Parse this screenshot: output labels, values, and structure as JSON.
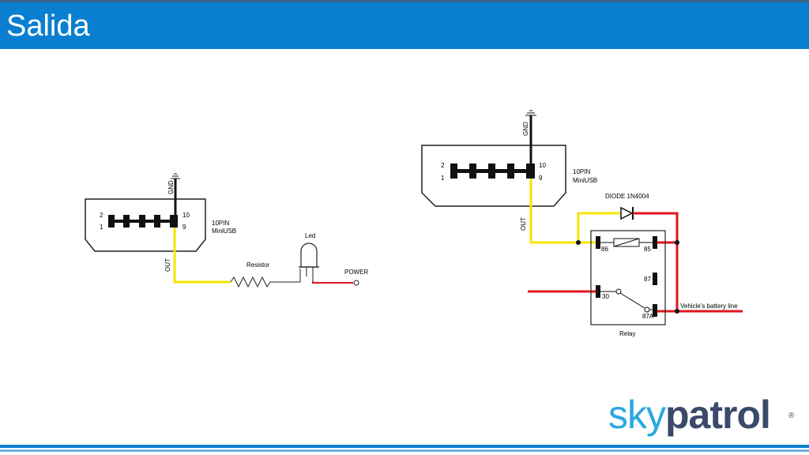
{
  "title": "Salida",
  "logo": {
    "sky": "sky",
    "patrol": "patrol",
    "reg": "®"
  },
  "colors": {
    "title_bar": "#0a7fd1",
    "signal_wire": "#f5e400",
    "power_wire": "#e0151c",
    "logo_sky": "#2aa8e0",
    "logo_patrol": "#3b4a6b"
  },
  "left_diagram": {
    "gnd": "GND",
    "pin_2": "2",
    "pin_1": "1",
    "pin_10": "10",
    "pin_9": "9",
    "connector_line1": "10PIN",
    "connector_line2": "MiniUSB",
    "out": "OUT",
    "resistor": "Resistor",
    "led": "Led",
    "power": "POWER"
  },
  "right_diagram": {
    "gnd": "GND",
    "pin_2": "2",
    "pin_1": "1",
    "pin_10": "10",
    "pin_9": "9",
    "connector_line1": "10PIN",
    "connector_line2": "MiniUSB",
    "out": "OUT",
    "diode": "DIODE 1N4004",
    "pin_86": "86",
    "pin_85": "85",
    "pin_87": "87",
    "pin_30": "30",
    "pin_87a": "87A",
    "battery_line": "Vehicle's battery line",
    "relay": "Relay"
  }
}
